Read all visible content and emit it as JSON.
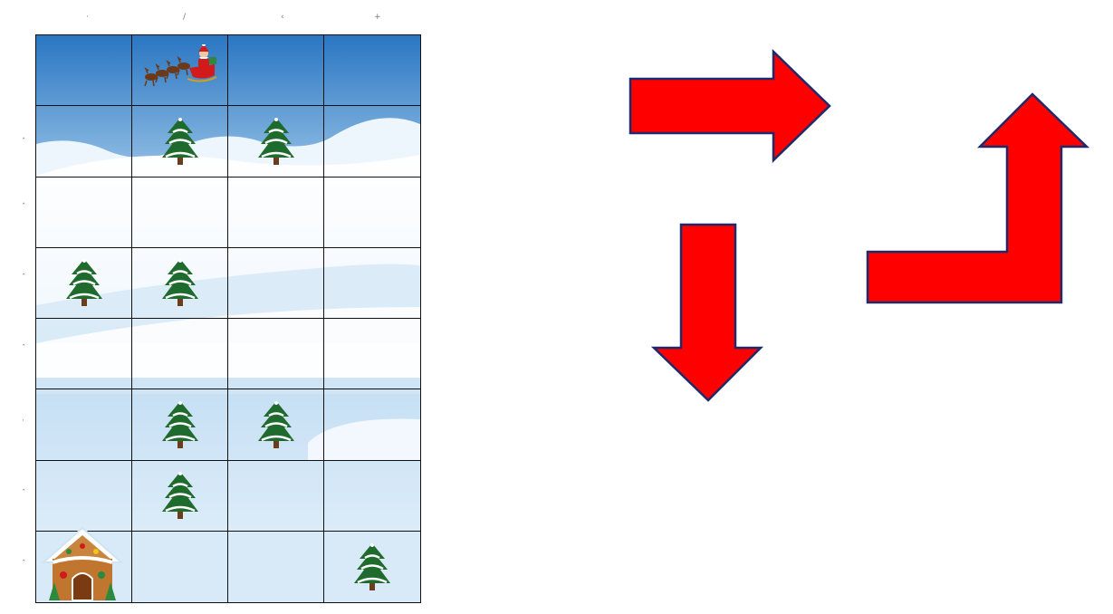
{
  "board": {
    "columns": 4,
    "rows": 8,
    "top_ticks": [
      "·",
      "/",
      "‹",
      "+"
    ],
    "side_ticks": [
      "ˆ",
      "ˆ",
      "ˆ",
      "ˆ",
      "·",
      "ˆ",
      "ˆ"
    ],
    "cells": [
      [
        "",
        "santa-sleigh",
        "",
        ""
      ],
      [
        "",
        "tree",
        "tree",
        ""
      ],
      [
        "",
        "",
        "",
        ""
      ],
      [
        "tree",
        "tree",
        "",
        ""
      ],
      [
        "",
        "",
        "",
        ""
      ],
      [
        "",
        "tree",
        "tree",
        ""
      ],
      [
        "",
        "tree",
        "",
        ""
      ],
      [
        "gingerbread-house",
        "",
        "",
        "tree"
      ]
    ]
  },
  "arrows": [
    {
      "name": "right-arrow",
      "direction": "right",
      "color": "#ff0000"
    },
    {
      "name": "down-arrow",
      "direction": "down",
      "color": "#ff0000"
    },
    {
      "name": "turn-up-arrow",
      "direction": "right-then-up",
      "color": "#ff0000"
    }
  ],
  "colors": {
    "sky_top": "#2c7bc6",
    "sky_bottom": "#a9cfee",
    "snow": "#ffffff",
    "snow_shade": "#d6e9f8",
    "arrow_fill": "#ff0000",
    "arrow_outline": "#1f2a6b",
    "grid_line": "#111111"
  }
}
